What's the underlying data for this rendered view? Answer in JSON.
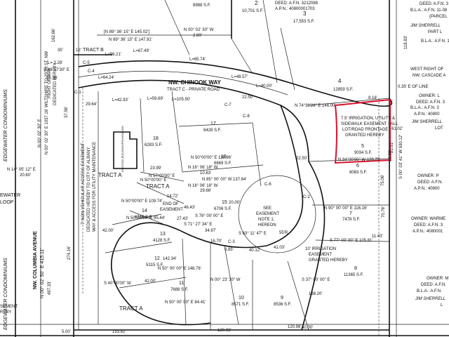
{
  "labels": {
    "t_deed": "DEED: A.F.N. 3212088",
    "t_apn": "A.P.N.: 40800001703",
    "t_8988": "8988 S.F.",
    "t_l2": "2",
    "t_10701": "10,701 S.F.",
    "t_l3": "3",
    "t_17553": "17,553 S.F.",
    "t_l4": "4",
    "t_12859": "12859 S.F.",
    "t_n00_12": "N 00° 02' 30\" W",
    "t_289": "2.89'",
    "t_n89": "[N 89° 36' 15\" E 145.02']",
    "t_n89b": "N 89° 36' 15\" E 147.91'",
    "t_tractb": "TRACT B",
    "t_35": "35'",
    "t_12": "12'",
    "t_l5621": "L=56.21'",
    "t_l6749": "L=67.49'",
    "t_l6574": "L=65.74'",
    "t_l4857": "L=48.57'",
    "t_l4000": "L=40.00'",
    "t_l328": "L= 3.28'",
    "t_s89": "S 89°57'30\" E",
    "t_5639": "56.39'",
    "t_c5": "C-5",
    "t_c6": "C-6",
    "t_c4": "C-4",
    "t_l6424": "L=64.24'",
    "t_chinook": "NW. CHINOOK WAY",
    "t_tractc": "TRACT C - PRIVATE ROAD",
    "t_l4293": "L=42.93'",
    "t_l5969": "L=59.69'",
    "t_l10550": "L=105.50'",
    "t_c1": "C-1",
    "t_c7": "C-7",
    "t_c8": "C-8",
    "t_2250": "22.50'",
    "t_n74": "N 74°36'28\" E 146.00'",
    "t_816": "8.16'",
    "t_035": "0.35' E OF LINE",
    "t_owner": "OWNER: L",
    "t_deed_afn3": "DEED: A.F.N. 3",
    "t_bla": "B.L.A.: A.F.N. 3",
    "t_apn4080": "A.P.N.: 40800",
    "t_jim": "JIM SHERRELL",
    "t_lot": "LOT",
    "t_6102": "61.02'",
    "t_easement1": "7.5' IRRIGATION, UTILITY &",
    "t_easement2": "SIDEWALK EASEMENT - ALL",
    "t_easement3": "LOT/ROAD FRONTAGE",
    "t_easement4": "GRANTED HEREBY",
    "t_l5": "5",
    "t_9034": "9034 S.F.",
    "t_n84": "N 84°00'00\" W 120.75'",
    "t_l6": "6",
    "t_8083": "8083 S.F.",
    "t_c2": "C-2",
    "t_l17": "17",
    "t_6428": "6428 S.F.",
    "t_l16": "16",
    "t_6669": "6669 S.F.",
    "t_l18": "18",
    "t_6283": "6283 S.F.",
    "t_n50_11996": "N 50°00'00\" E 119.96'",
    "t_n16_1083": "N 16° 06' 18\" W",
    "t_1083": "10.83'",
    "t_n85": "N 85° 00' 00\" W 137.64'",
    "t_n16_2966": "N 16° 06' 18\" W",
    "t_2966": "29.66'",
    "t_2399": "23.99'",
    "t_n57": "N 57°00'00\" E",
    "t_tracta1": "TRACT A",
    "t_tracta2": "TRACT A",
    "t_tracta3": "TRACT A",
    "t_l15": "15",
    "t_6706": "6706 S.F.",
    "t_n90_11616": "N 90° 00' 00\" E 116.16'",
    "t_l7": "7",
    "t_7478": "7478 S.F.",
    "t_see": "SEE",
    "t_easement": "EASEMENT",
    "t_note": "NOTE 1,",
    "t_hereon": "HEREON",
    "t_55r": "55'R",
    "t_s63": "S 63° 11' 47\" E",
    "t_s78": "S 78° 00' 00\" E",
    "t_s71": "S 71° 27' 34\" E",
    "t_3497": "34.97'",
    "t_1670": "16.70'",
    "t_c3": "C-3",
    "t_685": "6.85'",
    "t_irr1": "10' IRRIGATION",
    "t_irr2": "EASEMENT",
    "t_irr3": "GRANTED HEREBY",
    "t_s77": "S 77° 00' 00\" E 105.81'",
    "t_1143": "11.43'",
    "t_l8": "8",
    "t_11365": "11365 S.F.",
    "t_l14": "14",
    "t_6748": "6748 S.F.",
    "t_l13": "13",
    "t_4128": "4128 S.F.",
    "t_l12": "12",
    "t_5315": "5315 S.F.",
    "t_l11": "11",
    "t_7688": "7688 S.F.",
    "t_l10": "10",
    "t_8571": "8571 S.F.",
    "t_l9": "9",
    "t_8536": "8536 S.F.",
    "t_s37": "S 37° 00' 00\" E",
    "t_13820": "138.20'",
    "t_n00_23": "N 00° 23' 30\" W",
    "t_n50_8441": "N 50° 00' 00\" E 84.41'",
    "t_n50_14876": "N 50° 00' 00\" E 148.76'",
    "t_s40": "S 40°00'00\" W",
    "t_14234": "142.34'",
    "t_4200": "42.00'",
    "t_n50_10974": "N 50°00'00\" E 109.74'",
    "t_n50_9544": "N 50°00'00\" E 95.44'",
    "t_4012": "40.12'",
    "t_4103": "41.03'",
    "t_4000": "40.00'",
    "t_15382": "153.82'",
    "t_13003": "130.03'",
    "t_12098": "120.98'",
    "t_500": "5.00'",
    "t_41516": "N 00° 02' 50\" E 415.11'",
    "t_49733": "497.33'",
    "t_27416": "274.16'",
    "t_n14": "N 14° 05' 12\" E",
    "t_2060": "20.60'",
    "t_ewater": "EWATER",
    "t_loop": "LOOP",
    "t_columbia": "NW. COLUMBIA AVENUE",
    "t_edgewater1": "EDGEWATER CONDOMINIUMS",
    "t_edgewater2": "EDGEWATER CONDOMINIUMS",
    "t_wiltshire": "N 00° 02' 30\" E 1037.16' WILTSHIRE TO 29TH ST. NW",
    "t_16266": "162.66'",
    "t_row1": "RIGHT OF WAY",
    "t_row2": "DEDICATED HEREBY",
    "t_n00_3756": "N 00° 02' 30\" E",
    "t_3756": "37.56'",
    "t_2964": "29.64'",
    "t_non1": "7' NON-VEHICULAR ACCESS EASEMENT",
    "t_non2": "DEDICATED HEREBY TO CITY OF ALBANY",
    "t_non3": "WAY & ACCESS FOR UTILITY MAINTENANCE",
    "t_exist": "EXISTING BUILDING/FOUNDATION",
    "t_west": "WEST RIGHT OF",
    "t_cascade": "NW. CASCADE A",
    "t_11883": "118.83'",
    "t_deed_afn_3": "DEED: A.F.N. 3",
    "t_bla2": "B.L.A.: A.F.N. 11-08",
    "t_parcel": "(PARCEL",
    "t_jim2": "JIM SHERRELL",
    "t_part": "PART L",
    "t_2051": "20.51'",
    "t_7506": "75.06'",
    "t_6388": "63.88'",
    "t_s00": "S 00° 03' 41\" W 530.12'",
    "t_owner_p": "OWNER: P",
    "t_deed_p": "DEED: A.F.N.",
    "t_apn_p": "A.P.N.: 40800",
    "t_owner_w": "OWNER: WARME",
    "t_deed_w": "DEED: A.F.N. 3",
    "t_apn_w": "A.P.N.: 4080001",
    "t_7076": "70.76'",
    "t_owner_m": "OWNER: M",
    "t_deed_m": "DEED: A.F.N.",
    "t_bla_m": "B.L.A.: A.F.N.",
    "t_jim_m": "JIM SHERRELL",
    "t_jim_m2": "L",
    "t_sement": "SEMENT",
    "t_reby": "REBY",
    "t_n50_9011": "N 50°00'00\" E",
    "t_1472": "14.72'",
    "t_end": "END OF",
    "t_easement_end": "EASEMENT",
    "t_4643": "46.43'",
    "t_2743": "27.43'",
    "t_2000": "20.00'"
  }
}
